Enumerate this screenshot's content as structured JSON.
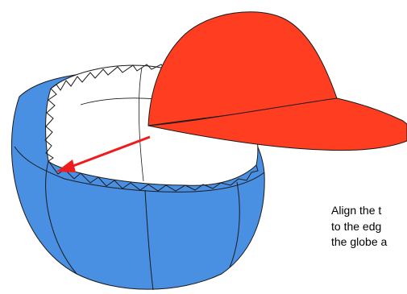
{
  "colors": {
    "globe_fill": "#4a90e2",
    "globe_inner": "#ffffff",
    "cap_fill": "#ff3d21",
    "arrow": "#ee1c1c",
    "stroke": "#1a1a1a",
    "text": "#000000"
  },
  "illustration": {
    "globe": "globe-shell",
    "cap": "cap-hemisphere",
    "arrow": "alignment-arrow"
  },
  "caption": {
    "line1": "Align the t",
    "line2": "to the edg",
    "line3": "the globe a"
  }
}
